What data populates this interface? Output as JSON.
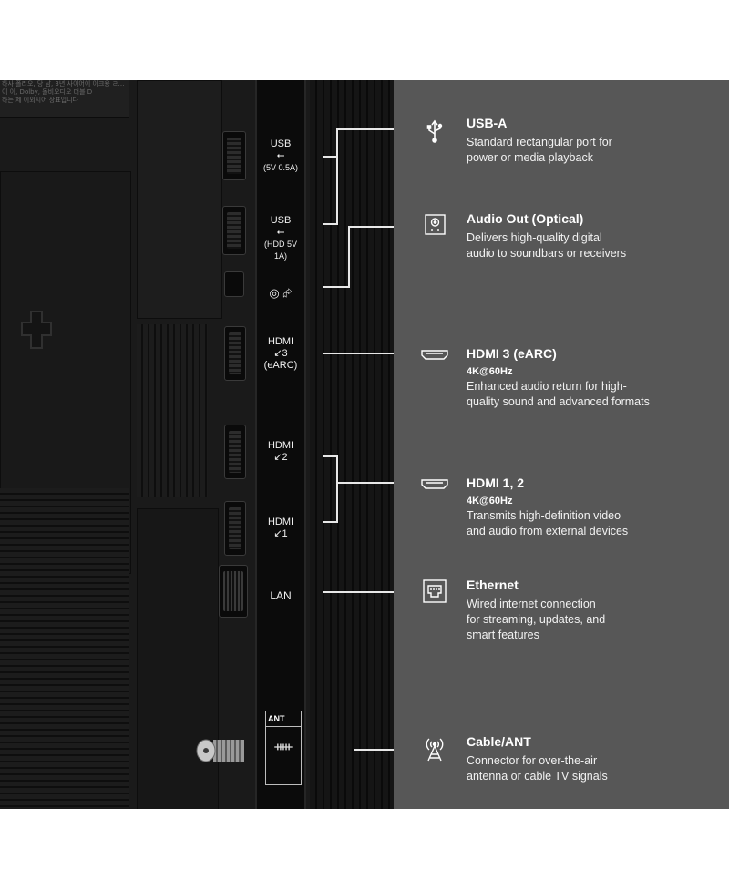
{
  "sticker_lines": [
    "하사 폴리오, 당 남, 3년 사이어이 이크용 ㄹ…",
    "이 이, Dolby, 돌비오디오 더블 D",
    "하는 제 이외시어 상표입니다"
  ],
  "ports": {
    "usb1": {
      "line1": "USB",
      "line2": "⭠",
      "line3": "(5V 0.5A)"
    },
    "usb2": {
      "line1": "USB",
      "line2": "⭠",
      "line3": "(HDD 5V 1A)"
    },
    "optical": {
      "label": "◎ ⮳"
    },
    "hdmi3": {
      "line1": "HDMI",
      "line2": "↙3",
      "line3": "(eARC)"
    },
    "hdmi2": {
      "line1": "HDMI",
      "line2": "↙2"
    },
    "hdmi1": {
      "line1": "HDMI",
      "line2": "↙1"
    },
    "lan": {
      "label": "LAN"
    },
    "ant": {
      "tag": "ANT",
      "symbol": "ᚔ"
    }
  },
  "features": [
    {
      "icon": "usb-icon",
      "title": "USB-A",
      "subtitle": "",
      "desc_lines": [
        "Standard rectangular port for",
        "power or media playback"
      ]
    },
    {
      "icon": "optical-audio-icon",
      "title": "Audio Out (Optical)",
      "subtitle": "",
      "desc_lines": [
        "Delivers high-quality digital",
        "audio to soundbars or receivers"
      ]
    },
    {
      "icon": "hdmi-icon",
      "title": "HDMI 3 (eARC)",
      "subtitle": "4K@60Hz",
      "desc_lines": [
        "Enhanced audio return for high-",
        "quality sound and advanced formats"
      ]
    },
    {
      "icon": "hdmi-icon",
      "title": "HDMI 1, 2",
      "subtitle": "4K@60Hz",
      "desc_lines": [
        "Transmits high-definition video",
        "and audio from external devices"
      ]
    },
    {
      "icon": "ethernet-icon",
      "title": "Ethernet",
      "subtitle": "",
      "desc_lines": [
        "Wired internet connection",
        "for streaming, updates, and",
        "smart features"
      ]
    },
    {
      "icon": "antenna-icon",
      "title": "Cable/ANT",
      "subtitle": "",
      "desc_lines": [
        "Connector for over-the-air",
        "antenna or cable TV signals"
      ]
    }
  ],
  "colors": {
    "panel": "#575757",
    "tv_back": "#1a1a1a",
    "line": "#e8e8e8"
  }
}
